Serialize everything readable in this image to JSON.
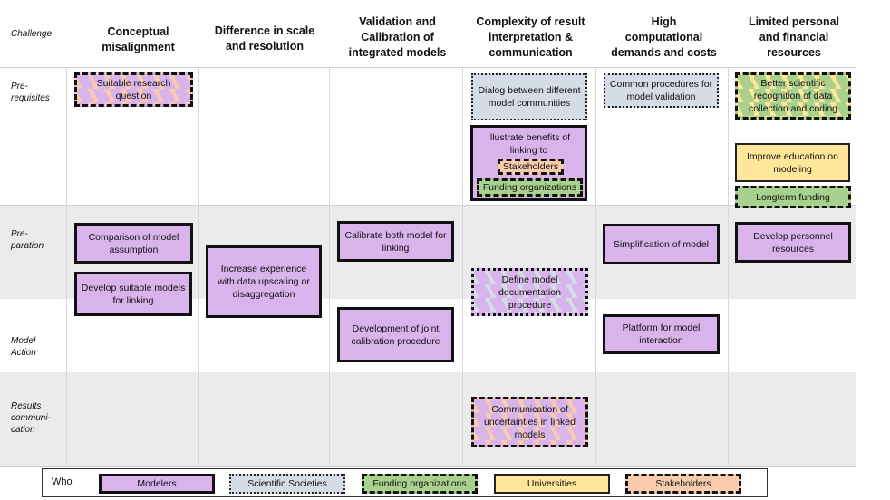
{
  "header": {
    "challenge_label": "Challenge",
    "columns": [
      {
        "line1": "Conceptual",
        "line2": "misalignment",
        "line3": ""
      },
      {
        "line1": "Difference in scale",
        "line2": "and resolution",
        "line3": ""
      },
      {
        "line1": "Validation and",
        "line2": "Calibration of",
        "line3": "integrated models"
      },
      {
        "line1": "Complexity of result",
        "line2": "interpretation &",
        "line3": "communication"
      },
      {
        "line1": "High",
        "line2": "computational",
        "line3": "demands and costs"
      },
      {
        "line1": "Limited personal",
        "line2": "and financial",
        "line3": "resources"
      }
    ]
  },
  "rows": [
    {
      "line1": "Pre-",
      "line2": "requisites"
    },
    {
      "line1": "Pre-",
      "line2": "paration"
    },
    {
      "line1": "Model",
      "line2": "Action"
    },
    {
      "line1": "Results",
      "line2": "communi-",
      "line3": "cation"
    }
  ],
  "boxes": {
    "suitable_question": "Suitable research question",
    "dialog": "Dialog between different model communities",
    "common_procedures": "Common procedures for model validation",
    "better_recognition": "Better scientific recognition of data collection and coding",
    "illustrate_benefits": "Illustrate benefits of linking to",
    "stakeholders_inner": "Stakeholders",
    "funding_inner": "Funding organizations",
    "improve_education": "Improve education on modeling",
    "longterm_funding": "Longterm funding",
    "comparison": "Comparison of model assumption",
    "develop_models": "Develop suitable models for linking",
    "increase_experience": "Increase experience with data upscaling or disaggregation",
    "calibrate_both": "Calibrate both model for linking",
    "joint_calibration": "Development of joint calibration procedure",
    "define_documentation": "Define model documentation procedure",
    "simplification": "Simplification of model",
    "platform": "Platform for model interaction",
    "develop_personnel": "Develop personnel resources",
    "communication_uncertainties": "Communication of uncertainties in linked models"
  },
  "legend": {
    "who": "Who",
    "items": [
      "Modelers",
      "Scientific Societies",
      "Funding organizations",
      "Universities",
      "Stakeholders"
    ]
  },
  "colors": {
    "modelers": "#d9b3ec",
    "scientific_societies": "#d6dce5",
    "funding": "#a9d18e",
    "universities": "#ffe699",
    "stakeholders": "#f8cbad",
    "band": "#ebebeb"
  }
}
